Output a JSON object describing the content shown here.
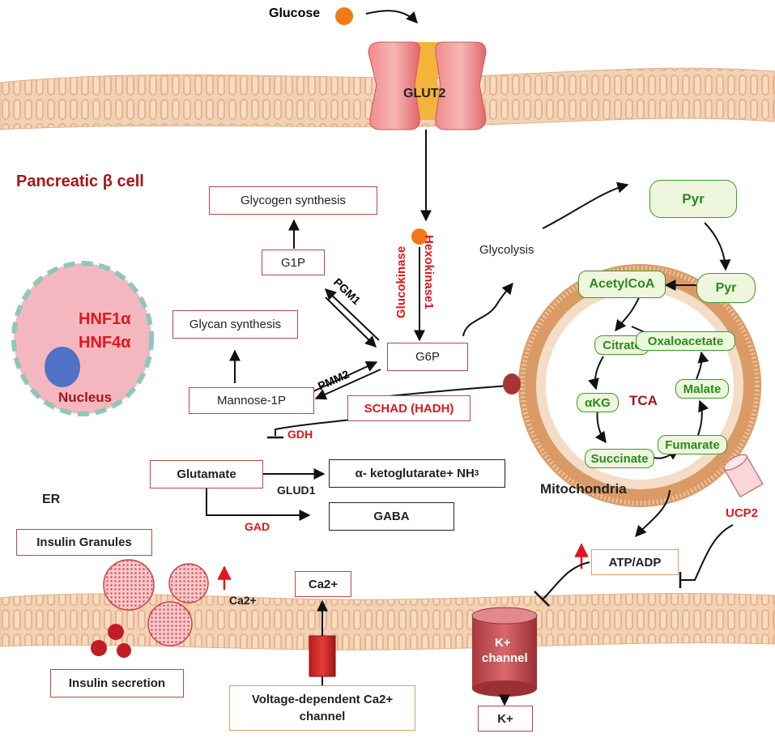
{
  "title": "Pancreatic β cell",
  "glucose": "Glucose",
  "glut2": "GLUT2",
  "nucleus": {
    "hnf1a": "HNF1α",
    "hnf4a": "HNF4α",
    "label": "Nucleus"
  },
  "enzymes": {
    "hexokinase1": "Hexokinase1",
    "glucokinase": "Glucokinase",
    "pgm1": "PGM1",
    "pmm2": "PMM2",
    "gdh": "GDH",
    "glud1": "GLUD1",
    "gad": "GAD",
    "ucp2": "UCP2"
  },
  "boxes": {
    "glycogen": "Glycogen synthesis",
    "g1p": "G1P",
    "glycan": "Glycan synthesis",
    "mannose": "Mannose-1P",
    "g6p": "G6P",
    "schad": "SCHAD (HADH)",
    "glutamate": "Glutamate",
    "akg_product": "α- ketoglutarate+ NH",
    "akg_sub": "3",
    "gaba": "GABA",
    "insulin_granules": "Insulin Granules",
    "insulin_secretion": "Insulin secretion",
    "ca_out": "Ca2+",
    "vdcc_line1": "Voltage-dependent Ca2+",
    "vdcc_line2": "channel",
    "atp_adp": "ATP/ADP",
    "k_out": "K+"
  },
  "glycolysis": "Glycolysis",
  "pyr_outer": "Pyr",
  "pyr_inner": "Pyr",
  "tca": {
    "acetylcoa": "AcetylCoA",
    "citrate": "Citrate",
    "oxaloacetate": "Oxaloacetate",
    "malate": "Malate",
    "akg": "αKG",
    "succinate": "Succinate",
    "fumarate": "Fumarate",
    "center": "TCA"
  },
  "mitochondria": "Mitochondria",
  "er": "ER",
  "ca_signal": "Ca2+",
  "k_channel_line1": "K+",
  "k_channel_line2": "channel",
  "colors": {
    "red": "#e0171c",
    "dark_red": "#a3161b",
    "green": "#2a8a1f",
    "membrane": "#e9c2a0"
  }
}
